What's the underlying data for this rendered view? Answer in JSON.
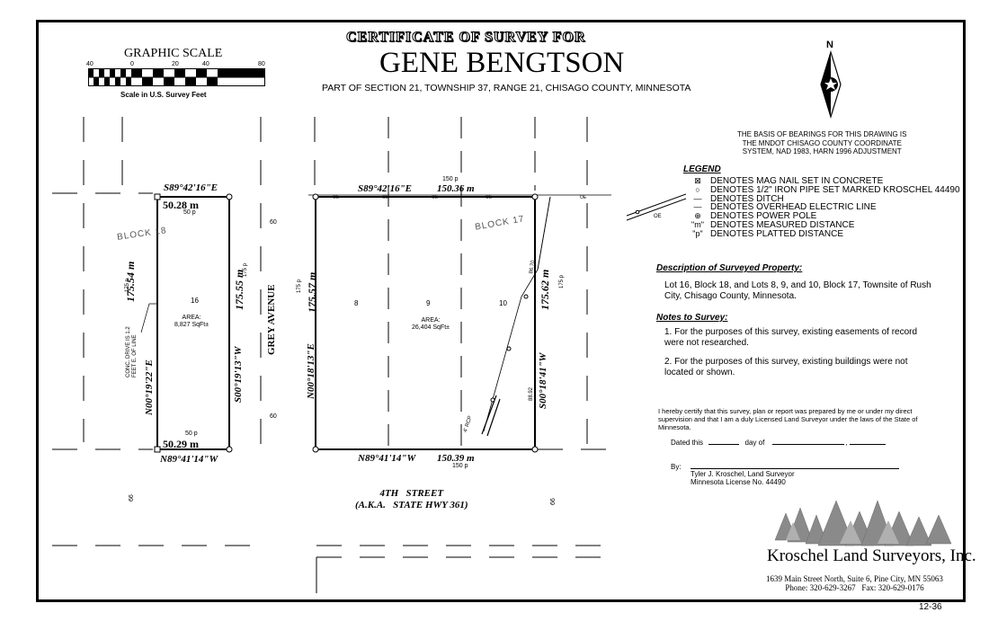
{
  "header": {
    "certificate_title": "CERTIFICATE OF SURVEY FOR",
    "client_name": "GENE BENGTSON",
    "location": "PART OF SECTION 21, TOWNSHIP 37, RANGE 21, CHISAGO COUNTY, MINNESOTA"
  },
  "graphic_scale": {
    "title": "GRAPHIC SCALE",
    "ticks": [
      "40",
      "0",
      "20",
      "40",
      "80"
    ],
    "unit_label": "Scale in U.S. Survey Feet"
  },
  "north_arrow": {
    "label": "N"
  },
  "basis_of_bearings": "THE BASIS OF BEARINGS FOR THIS DRAWING IS\nTHE MNDOT CHISAGO COUNTY COORDINATE\nSYSTEM, NAD 1983, HARN 1996 ADJUSTMENT",
  "legend": {
    "title": "LEGEND",
    "items": [
      {
        "symbol": "⊠",
        "text": "DENOTES MAG NAIL SET IN CONCRETE"
      },
      {
        "symbol": "○",
        "text": "DENOTES 1/2\" IRON PIPE SET MARKED KROSCHEL 44490"
      },
      {
        "symbol": "—",
        "text": "DENOTES DITCH"
      },
      {
        "symbol": "—",
        "text": "DENOTES OVERHEAD ELECTRIC LINE"
      },
      {
        "symbol": "",
        "text": "DENOTES POWER POLE"
      },
      {
        "symbol": "\"m\"",
        "text": "DENOTES MEASURED DISTANCE"
      },
      {
        "symbol": "\"p\"",
        "text": "DENOTES PLATTED DISTANCE"
      }
    ]
  },
  "description": {
    "title": "Description of Surveyed Property:",
    "text": "Lot 16, Block 18, and Lots 8, 9, and 10, Block 17, Townsite of Rush City, Chisago County, Minnesota."
  },
  "notes": {
    "title": "Notes to Survey:",
    "items": [
      "1.  For the purposes of this survey, existing easements of record were not researched.",
      "2.  For the purposes of this survey, existing buildings were not located or shown."
    ]
  },
  "certification": {
    "text": "I hereby certify that this survey, plan or report was prepared by me or under my direct supervision and that I am a duly Licensed Land Surveyor under the laws of the State of Minnesota.",
    "dated_label": "Dated this",
    "day_of_label": "day of",
    "by_label": "By:",
    "surveyor": "Tyler J. Kroschel, Land Surveyor\nMinnesota License No. 44490"
  },
  "company": {
    "name": "Kroschel Land Surveyors, Inc.",
    "address": "1639 Main Street North, Suite 6, Pine City, MN 55063\nPhone: 320-629-3267   Fax: 320-629-0176"
  },
  "sheet_number": "12-36",
  "plat": {
    "street_south": "4TH   STREET\n(A.K.A.   STATE HWY 361)",
    "street_grey": "GREY AVENUE",
    "block18": "BLOCK   18",
    "block17": "BLOCK   17",
    "lot16": "16",
    "lot8": "8",
    "lot9": "9",
    "lot10": "10",
    "area1": "AREA:",
    "area1_value": "8,827 SqFt±",
    "area2": "AREA:",
    "area2_value": "26,404 SqFt±",
    "b18_north_bearing": "S89°42'16\"E",
    "b18_north_dist": "50.28 m",
    "b18_north_plat": "50 p",
    "b18_west_dist": "175.54 m",
    "b18_west_bearing": "N00°19'22\"E",
    "b18_west_plat": "175 p",
    "b18_east_dist": "175.55 m",
    "b18_east_bearing": "S00°19'13\"W",
    "b18_east_plat": "175 p",
    "b18_south_plat": "50 p",
    "b18_south_dist": "50.29 m",
    "b18_south_bearing": "N89°41'14\"W",
    "conc_drive_note": "CONC. DRIVE IS 1.2\nFEET E. OF LINE",
    "b17_north_plat": "150 p",
    "b17_north_bearing": "S89°42'16\"E",
    "b17_north_dist": "150.36 m",
    "b17_west_dist": "175.57 m",
    "b17_west_bearing": "N00°18'13\"E",
    "b17_west_plat": "175 p",
    "b17_east_dist": "175.62 m",
    "b17_east_bearing": "S00°18'41\"W",
    "b17_east_plat": "175 p",
    "b17_south_bearing": "N89°41'14\"W",
    "b17_south_dist": "150.39 m",
    "b17_south_plat": "150 p",
    "ditch_top": "86.70",
    "ditch_bottom": "88.92",
    "rcp": "4' RCP",
    "row60_top": "60",
    "row60_bottom": "60",
    "row66_left": "66",
    "row66_right": "66",
    "oe": "OE"
  }
}
